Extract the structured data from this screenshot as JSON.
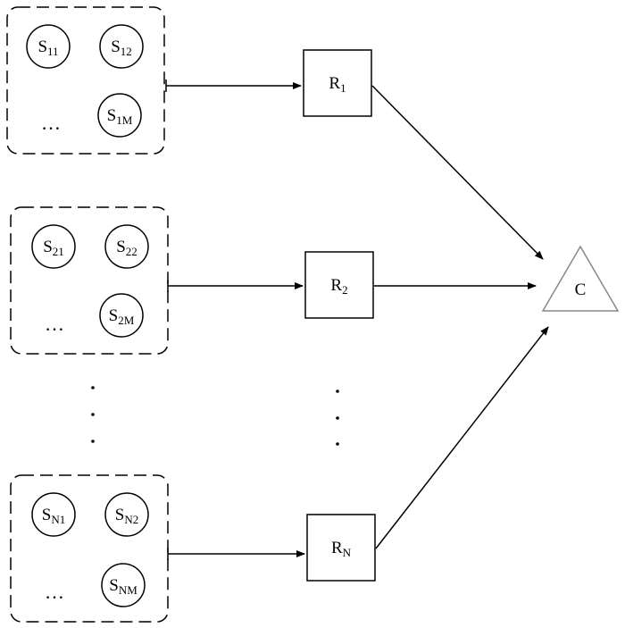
{
  "groups": [
    {
      "s1": {
        "base": "S",
        "sub": "11"
      },
      "s2": {
        "base": "S",
        "sub": "12"
      },
      "s3": {
        "base": "S",
        "sub": "1M"
      },
      "ellipsis": "…"
    },
    {
      "s1": {
        "base": "S",
        "sub": "21"
      },
      "s2": {
        "base": "S",
        "sub": "22"
      },
      "s3": {
        "base": "S",
        "sub": "2M"
      },
      "ellipsis": "…"
    },
    {
      "s1": {
        "base": "S",
        "sub": "N1"
      },
      "s2": {
        "base": "S",
        "sub": "N2"
      },
      "s3": {
        "base": "S",
        "sub": "NM"
      },
      "ellipsis": "…"
    }
  ],
  "relays": [
    {
      "base": "R",
      "sub": "1"
    },
    {
      "base": "R",
      "sub": "2"
    },
    {
      "base": "R",
      "sub": "N"
    }
  ],
  "center": {
    "label": "C"
  },
  "vertical_ellipsis": "⋮"
}
